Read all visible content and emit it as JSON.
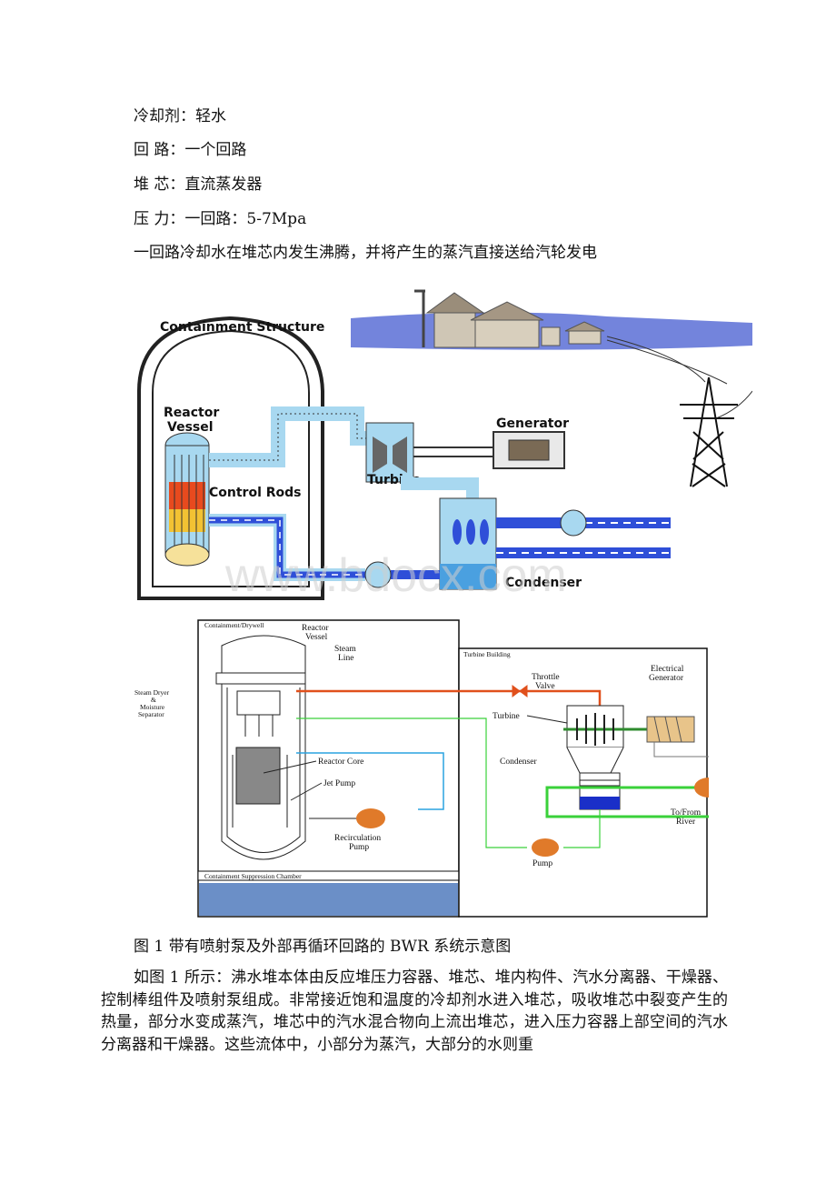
{
  "text_lines": [
    "冷却剂：轻水",
    "回 路：一个回路",
    "堆 芯：直流蒸发器",
    "压 力：一回路：5-7Mpa",
    "一回路冷却水在堆芯内发生沸腾，并将产生的蒸汽直接送给汽轮发电"
  ],
  "figure_top": {
    "containment": "Containment Structure",
    "reactor_vessel_1": "Reactor",
    "reactor_vessel_2": "Vessel",
    "control_rods": "Control Rods",
    "turbine": "Turbine",
    "generator": "Generator",
    "condenser": "Condenser",
    "watermark": "www.bdocx.com"
  },
  "figure_bottom": {
    "drywell": "Containment/Drywell",
    "reactor_vessel_1": "Reactor",
    "reactor_vessel_2": "Vessel",
    "steam_line_1": "Steam",
    "steam_line_2": "Line",
    "steam_dryer_1": "Steam Dryer",
    "steam_dryer_2": "&",
    "steam_dryer_3": "Moisture",
    "steam_dryer_4": "Separator",
    "reactor_core": "Reactor Core",
    "jet_pump": "Jet Pump",
    "recirc_1": "Recirculation",
    "recirc_2": "Pump",
    "suppression": "Containment Suppression Chamber",
    "turbine_building": "Turbine Building",
    "throttle_1": "Throttle",
    "throttle_2": "Valve",
    "elec_gen_1": "Electrical",
    "elec_gen_2": "Generator",
    "turbine": "Turbine",
    "condenser": "Condenser",
    "pump": "Pump",
    "river_1": "To/From",
    "river_2": "River"
  },
  "caption": "图 1 带有喷射泵及外部再循环回路的 BWR 系统示意图",
  "paragraph": "如图 1 所示：沸水堆本体由反应堆压力容器、堆芯、堆内构件、汽水分离器、干燥器、控制棒组件及喷射泵组成。非常接近饱和温度的冷却剂水进入堆芯，吸收堆芯中裂变产生的热量，部分水变成蒸汽，堆芯中的汽水混合物向上流出堆芯，进入压力容器上部空间的汽水分离器和干燥器。这些流体中，小部分为蒸汽，大部分的水则重",
  "colors": {
    "water_blue": "#2f4fd8",
    "steam_light": "#a8d8f0",
    "steam_line": "#e0501c",
    "green_line": "#3ad13a",
    "pump_orange": "#e07a2a",
    "pool_blue": "#6b8fc7"
  }
}
